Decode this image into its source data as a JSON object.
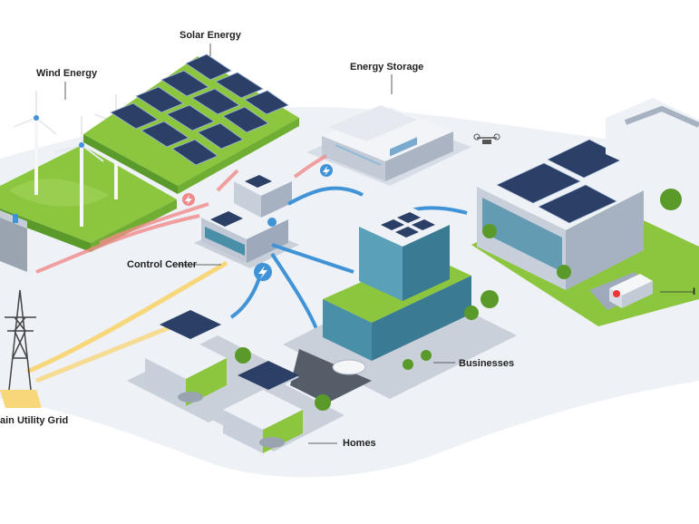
{
  "labels": {
    "solar": "Solar Energy",
    "wind": "Wind Energy",
    "storage": "Energy Storage",
    "control": "Control Center",
    "businesses": "Businesses",
    "grid": "ain Utility Grid",
    "homes": "Homes",
    "edge": "I"
  },
  "colors": {
    "background": "#ffffff",
    "ground": "#eef1f6",
    "grass": "#8cc63f",
    "grass_dark": "#5a9a2a",
    "solar_panel": "#2c3f66",
    "building_glass": "#4a8fa8",
    "building_wall": "#e4e8ee",
    "flow_red": "#f08a8a",
    "flow_blue": "#3f93d6",
    "flow_yellow": "#f7d77a",
    "label_text": "#222222"
  },
  "icons": [
    "wind-turbine-icon",
    "solar-panel-icon",
    "battery-storage-icon",
    "control-tower-icon",
    "lightning-bolt-icon",
    "drone-icon",
    "transmission-tower-icon",
    "delivery-truck-icon",
    "car-icon",
    "tree-icon"
  ]
}
